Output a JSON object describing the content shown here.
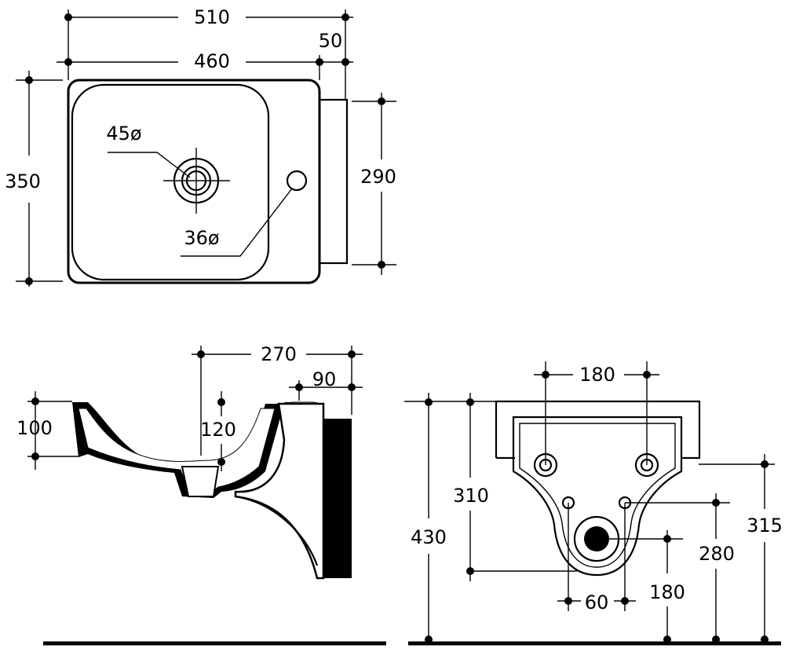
{
  "top_view": {
    "width_total": "510",
    "width_basin": "460",
    "width_back": "50",
    "depth_total": "350",
    "depth_back": "290",
    "drain_diameter": "45ø",
    "tap_hole_diameter": "36ø"
  },
  "side_view": {
    "depth": "270",
    "wall_offset": "90",
    "bowl_height": "100",
    "bowl_depth": "120"
  },
  "back_view": {
    "fixing_spacing": "180",
    "waste_spacing": "60",
    "total_height": "430",
    "fixing_height": "310",
    "upper_height": "315",
    "mid_height": "280",
    "waste_height": "180"
  },
  "colors": {
    "line": "#000000",
    "background": "#ffffff"
  }
}
